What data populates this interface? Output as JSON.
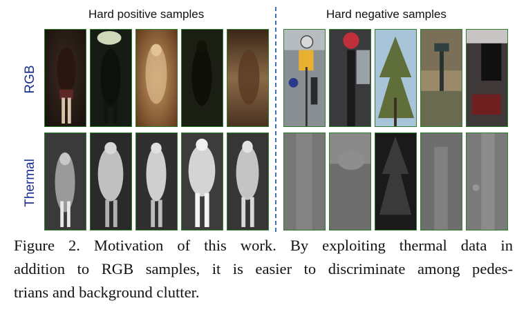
{
  "headers": {
    "positive": "Hard positive samples",
    "negative": "Hard negative samples"
  },
  "row_labels": {
    "rgb": "RGB",
    "thermal": "Thermal"
  },
  "caption": {
    "line1": "Figure 2. Motivation of this work.  By exploiting thermal data in",
    "line2": "addition to RGB samples, it is easier to discriminate among pedes-",
    "line3": "trians and background clutter."
  },
  "colors": {
    "tile_border": "#2e7d2e",
    "divider": "#3f6fae",
    "row_label": "#1a2f8f"
  }
}
